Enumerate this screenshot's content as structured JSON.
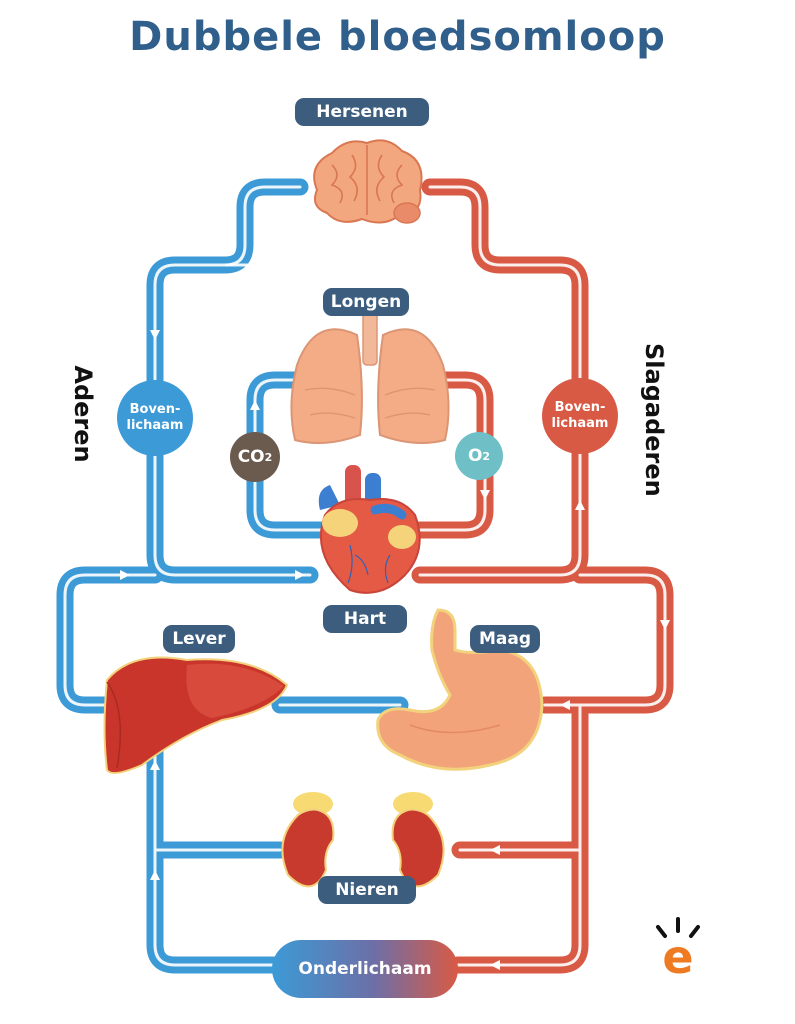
{
  "title": "Dubbele bloedsomloop",
  "labels": {
    "brain": "Hersenen",
    "lungs": "Longen",
    "heart": "Hart",
    "liver": "Lever",
    "stomach": "Maag",
    "kidneys": "Nieren",
    "lower_body": "Onderlichaam"
  },
  "sides": {
    "veins": "Aderen",
    "arteries": "Slagaderen"
  },
  "upper_body": {
    "left_line1": "Boven-",
    "left_line2": "lichaam",
    "right_line1": "Boven-",
    "right_line2": "lichaam"
  },
  "gases": {
    "co2_main": "CO",
    "co2_sub": "2",
    "o2_main": "O",
    "o2_sub": "2"
  },
  "logo_letter": "e",
  "colors": {
    "vein": "#3c9ad6",
    "artery": "#d85a45",
    "label_bg": "#3c5d7e",
    "title": "#2f5f8a",
    "co2": "#6b5a4e",
    "o2": "#6fbfc6",
    "logo": "#ee7b22"
  }
}
